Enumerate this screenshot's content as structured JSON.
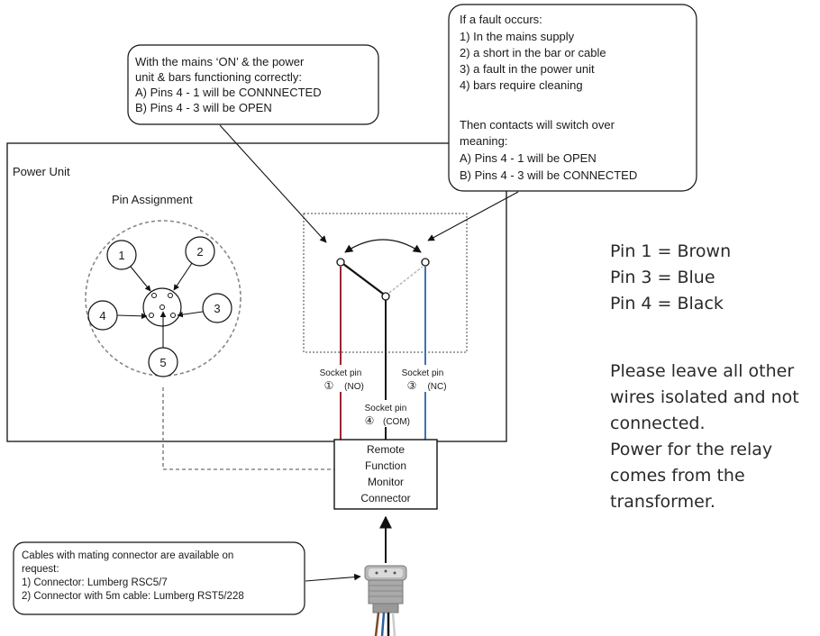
{
  "callout_normal": {
    "lines": [
      "With the mains ‘ON’ & the power",
      "unit & bars functioning correctly:",
      "A) Pins 4 - 1 will be CONNNECTED",
      "B) Pins 4 - 3 will be OPEN"
    ]
  },
  "callout_fault": {
    "lines": [
      "If a fault occurs:",
      "1) In the mains supply",
      "2) a short in the bar or cable",
      "3) a fault in the power unit",
      "4) bars require cleaning",
      "",
      "Then contacts will switch over",
      "meaning:",
      "A) Pins 4 - 1 will be OPEN",
      "B) Pins 4 - 3 will be CONNECTED"
    ]
  },
  "power_unit": {
    "label": "Power Unit",
    "pin_assignment_title": "Pin Assignment",
    "pins": [
      "1",
      "2",
      "3",
      "4",
      "5"
    ]
  },
  "relay": {
    "socket_pin_label": "Socket pin",
    "pin_no": "①",
    "no_label": "(NO)",
    "pin_nc": "③",
    "nc_label": "(NC)",
    "pin_com": "④",
    "com_label": "(COM)"
  },
  "connector": {
    "lines": [
      "Remote",
      "Function",
      "Monitor",
      "Connector"
    ]
  },
  "callout_cables": {
    "lines": [
      "Cables with mating connector are available on",
      "request:",
      "1) Connector: Lumberg RSC5/7",
      "2) Connector with 5m cable: Lumberg RST5/228"
    ]
  },
  "wiring": {
    "lines": [
      "Pin 1 = Brown",
      "Pin 3 = Blue",
      "Pin 4 = Black"
    ]
  },
  "notes": {
    "lines": [
      "Please leave all other",
      "wires isolated and not",
      "connected.",
      "Power for the relay",
      "comes from the",
      "transformer."
    ]
  },
  "colors": {
    "wire_no": "#9b2335",
    "wire_nc": "#3f73b4",
    "wire_com": "#111111",
    "dashed": "#888888"
  }
}
